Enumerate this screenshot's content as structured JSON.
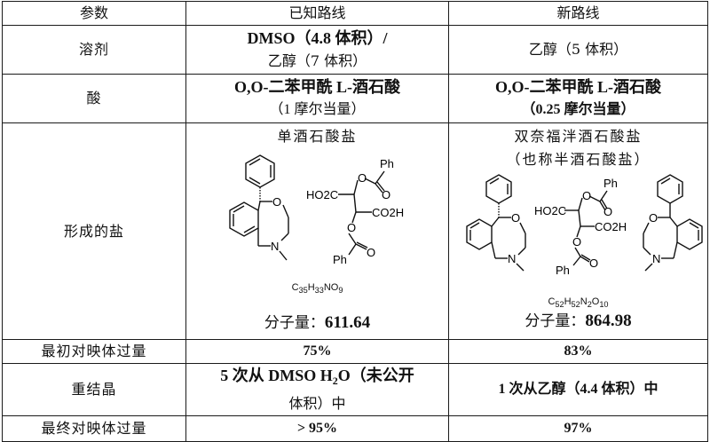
{
  "table": {
    "headers": [
      "参数",
      "已知路线",
      "新路线"
    ],
    "rows": {
      "solvent": {
        "label": "溶剂",
        "known_line1": "DMSO（4.8 体积）/",
        "known_line2": "乙醇（7 体积）",
        "new": "乙醇（5 体积）"
      },
      "acid": {
        "label": "酸",
        "known_line1": "O,O-二苯甲酰 L-酒石酸",
        "known_line2": "（1 摩尔当量）",
        "new_line1": "O,O-二苯甲酰 L-酒石酸",
        "new_line2": "（0.25 摩尔当量）"
      },
      "salt": {
        "label": "形成的盐",
        "known_name": "单酒石酸盐",
        "known_formula_parts": [
          "C",
          "35",
          "H",
          "33",
          "NO",
          "9"
        ],
        "known_mw_label": "分子量：",
        "known_mw_value": "611.64",
        "new_name_line1": "双奈福泮酒石酸盐",
        "new_name_line2": "（也称半酒石酸盐）",
        "new_formula_parts": [
          "C",
          "52",
          "H",
          "52",
          "N",
          "2",
          "O",
          "10"
        ],
        "new_mw_label": "分子量：",
        "new_mw_value": "864.98",
        "structure_labels": {
          "ph": "Ph",
          "ho2c": "HO2C",
          "co2h": "CO2H",
          "o": "O",
          "n": "N"
        }
      },
      "initial_ee": {
        "label": "最初对映体过量",
        "known": "75%",
        "new": "83%"
      },
      "recrystallization": {
        "label": "重结晶",
        "known_line1_prefix": "5 次从 DMSO H",
        "known_line1_sub": "2",
        "known_line1_suffix": "O（未公开",
        "known_line2": "体积）中",
        "new": "1 次从乙醇（4.4 体积）中"
      },
      "final_ee": {
        "label": "最终对映体过量",
        "known": "> 95%",
        "new": "97%"
      }
    }
  }
}
